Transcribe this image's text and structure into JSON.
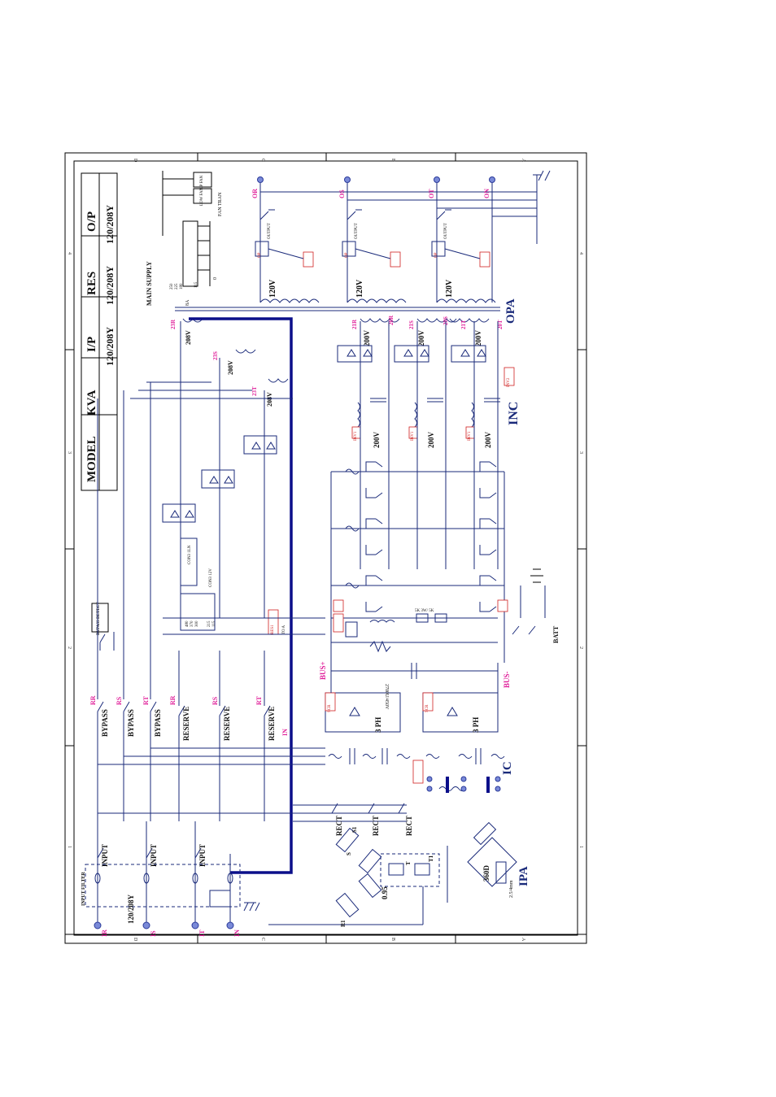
{
  "border": {
    "top_cols": [
      "D",
      "C",
      "B",
      "A"
    ],
    "bottom_cols": [
      "D",
      "C",
      "B",
      "A"
    ],
    "left_rows": [
      "1",
      "2",
      "3",
      "4"
    ],
    "right_rows": [
      "1",
      "2",
      "3",
      "4"
    ]
  },
  "model_table": {
    "headers": [
      "MODEL",
      "KVA",
      "I/P",
      "RES",
      "O/P"
    ],
    "values": [
      "",
      "",
      "120/208Y",
      "120/208Y",
      "120/208Y"
    ]
  },
  "input": {
    "terminals": [
      "IR",
      "IS",
      "IT",
      "IN"
    ],
    "filter_label": "INPUT FILTER",
    "voltage_label": "120/208Y",
    "switch_labels": [
      "INPUT",
      "INPUT",
      "INPUT"
    ]
  },
  "bypass": {
    "phase_labels": [
      "RR",
      "RS",
      "RT"
    ],
    "switch_labels": [
      "BYPASS",
      "BYPASS",
      "BYPASS"
    ],
    "detect_label": "BYPASS DETECT"
  },
  "reserve": {
    "phase_labels": [
      "RR",
      "RS",
      "RT"
    ],
    "switch_labels": [
      "RESERVE",
      "RESERVE",
      "RESERVE"
    ],
    "neutral_label": "IN"
  },
  "rect": {
    "switch_labels": [
      "RECT",
      "RECT",
      "RECT"
    ],
    "bridge_labels": [
      "3 PH",
      "3 PH"
    ],
    "scr_labels": [
      "SCR",
      "SCR"
    ],
    "ic_label": "IC"
  },
  "ipa": {
    "label": "IPA",
    "value_a": "360D",
    "value_b": "2.5/4mm",
    "ct_labels": [
      "S1",
      "S",
      "R1",
      "T",
      "T1"
    ],
    "pf_label": "0.95"
  },
  "bus": {
    "plus_label": "BUS+",
    "minus_label": "BUS-",
    "cap_label": "2700U/450V",
    "batt_label": "BATT",
    "res_label": "5K 3W/ 5K"
  },
  "transformer_in": {
    "taps": [
      "23R",
      "23S",
      "23T"
    ],
    "volts": [
      "208V",
      "208V",
      "208V"
    ],
    "relay_tags": [
      "RES1",
      "TO A"
    ]
  },
  "inverter": {
    "label": "INC",
    "taps": [
      "21R",
      "21S",
      "21T",
      "20R",
      "20S",
      "20T"
    ],
    "volts": [
      "200V",
      "200V",
      "200V"
    ],
    "cap_volts": [
      "200V",
      "200V",
      "200V"
    ],
    "choke_tags": [
      "INV1",
      "INV1",
      "INV1"
    ],
    "tag": "INV2"
  },
  "opa": {
    "label": "OPA",
    "volts": [
      "120V",
      "120V",
      "120V"
    ],
    "out_terminals": [
      "OR",
      "OS",
      "OT",
      "ON"
    ],
    "relay_labels": [
      "OUTPUT",
      "OUTPUT",
      "OUTPUT"
    ],
    "fuse_tags": [
      "OP",
      "OP",
      "OP"
    ]
  },
  "supply": {
    "label": "MAIN SUPPLY",
    "fan_label": "FAN TRAN",
    "tap_values": [
      "250",
      "225",
      "180",
      "115",
      "0"
    ],
    "aux_tags": [
      "UP FAN",
      "LOW FAN"
    ],
    "fuse_label": "8A"
  },
  "lower_box": {
    "values": [
      "480",
      "370",
      "300",
      "215",
      "115"
    ],
    "tags": [
      "CON3 1LN",
      "CON3 12V"
    ]
  },
  "colors": {
    "wire": "#1a2a7a",
    "heavy_wire": "#0b0f8a",
    "label_pink": "#e0209a",
    "tag_red": "#d02020"
  }
}
